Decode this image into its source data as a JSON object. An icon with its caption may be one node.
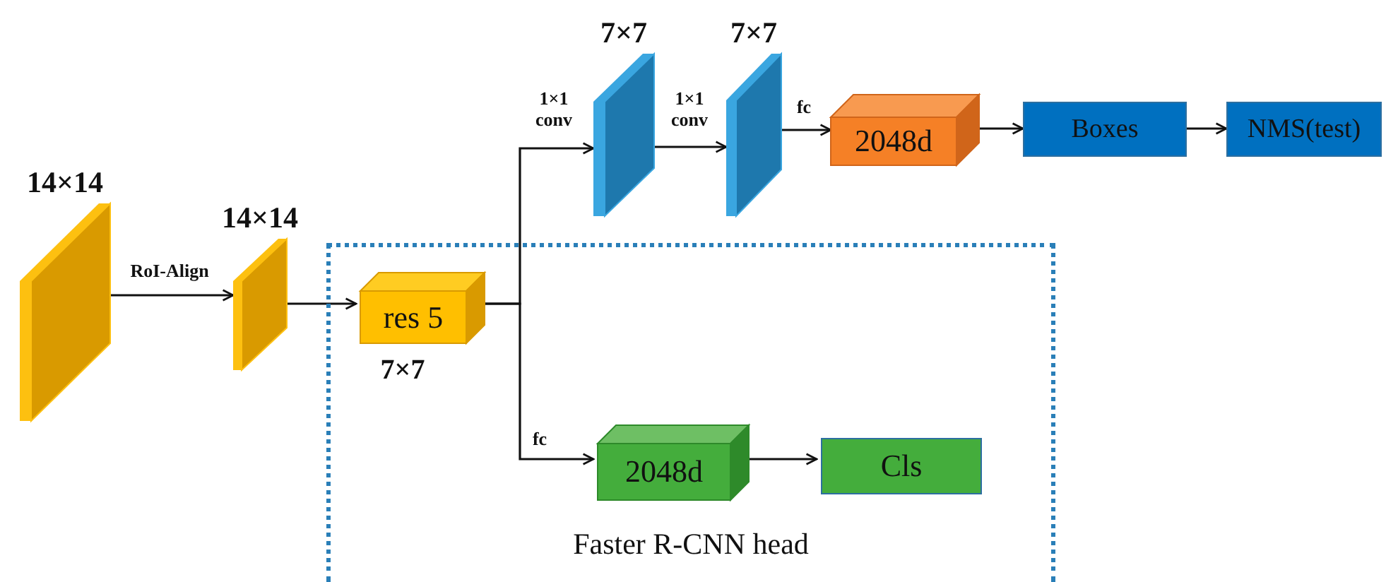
{
  "diagram": {
    "nodes": [
      {
        "text": [
          "Faster R-CNN head"
        ]
      },
      {
        "text": [
          "14×14"
        ]
      },
      {
        "text": [
          "14×14"
        ]
      },
      {
        "text": [
          "res 5"
        ],
        "beside": [
          "7×7"
        ],
        "in": 0
      },
      {
        "text": [
          "7×7"
        ]
      },
      {
        "text": [
          "7×7"
        ]
      },
      {
        "text": [
          "2048d"
        ]
      },
      {
        "text": [
          "Boxes"
        ]
      },
      {
        "text": [
          "NMS(test)"
        ]
      },
      {
        "text": [
          "2048d"
        ],
        "in": 0
      },
      {
        "text": [
          "Cls"
        ],
        "in": 0
      }
    ],
    "edges": [
      {
        "from": 1,
        "to": 2,
        "arrow": "to",
        "label": "RoI-Align"
      },
      {
        "from": 2,
        "to": 3,
        "arrow": "to"
      },
      {
        "from": 3,
        "to": 4,
        "arrow": "to",
        "label": "1×1 conv"
      },
      {
        "from": 3,
        "to": 9,
        "arrow": "to",
        "label": "fc"
      },
      {
        "from": 4,
        "to": 5,
        "arrow": "to",
        "label": "1×1 conv"
      },
      {
        "from": 5,
        "to": 6,
        "arrow": "to",
        "label": "fc"
      },
      {
        "from": 6,
        "to": 7,
        "arrow": "to"
      },
      {
        "from": 7,
        "to": 8,
        "arrow": "to"
      },
      {
        "from": 9,
        "to": 10,
        "arrow": "to"
      }
    ]
  }
}
